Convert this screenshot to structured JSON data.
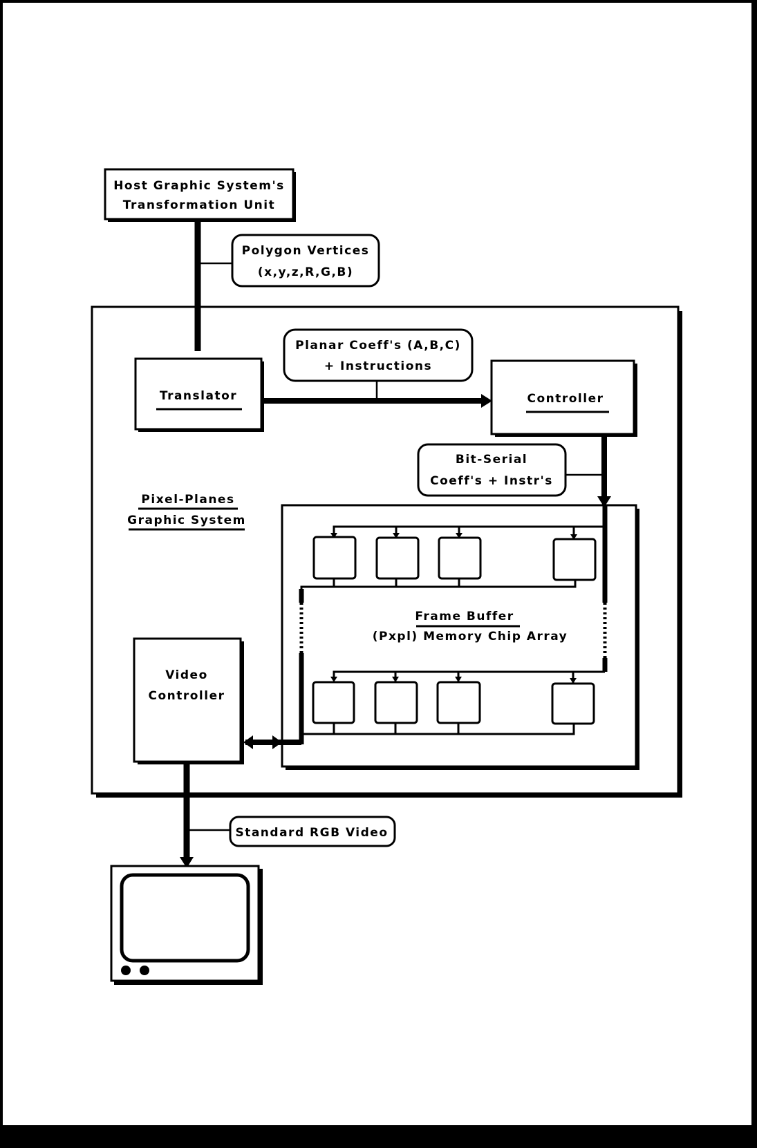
{
  "diagram": {
    "host_unit": {
      "line1": "Host Graphic System's",
      "line2": "Transformation Unit"
    },
    "polygon_vertices": {
      "line1": "Polygon Vertices",
      "line2": "(x,y,z,R,G,B)"
    },
    "planar_coeffs": {
      "line1": "Planar Coeff's (A,B,C)",
      "line2": "+ Instructions"
    },
    "translator": {
      "label": "Translator"
    },
    "controller": {
      "label": "Controller"
    },
    "bit_serial": {
      "line1": "Bit-Serial",
      "line2": "Coeff's + Instr's"
    },
    "system_label": {
      "line1": "Pixel-Planes",
      "line2": "Graphic System"
    },
    "frame_buffer": {
      "line1": "Frame Buffer",
      "line2": "(Pxpl) Memory Chip Array",
      "top_row_chips": 4,
      "bottom_row_chips": 4
    },
    "video_controller": {
      "line1": "Video",
      "line2": "Controller"
    },
    "rgb_video": {
      "label": "Standard RGB Video"
    },
    "monitor": {
      "name": "monitor-icon"
    }
  }
}
